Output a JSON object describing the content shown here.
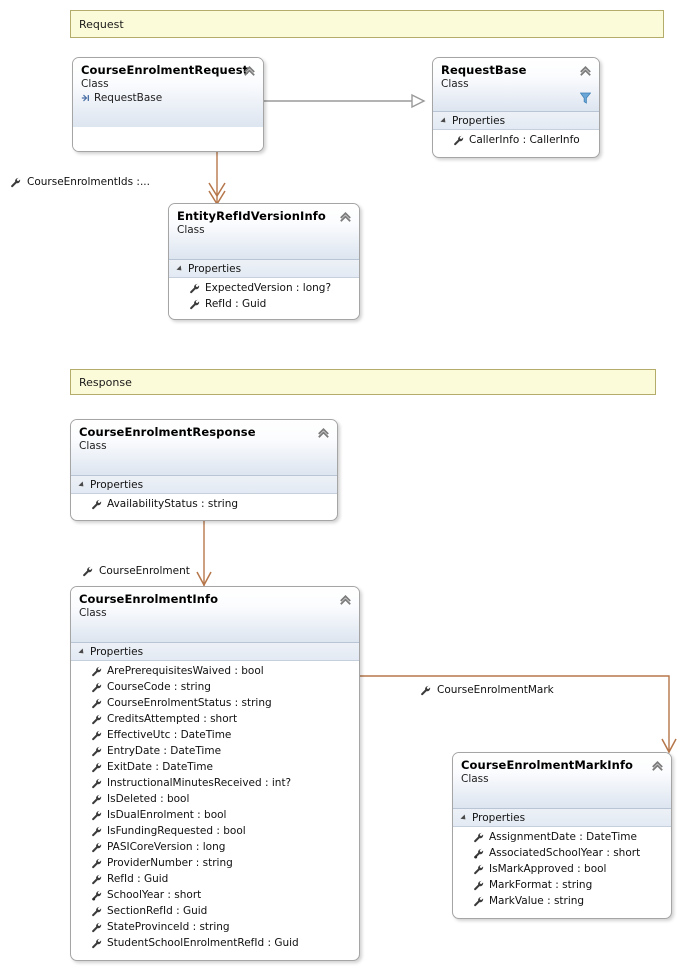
{
  "diagram": {
    "type": "uml-class-diagram",
    "banners": [
      {
        "name": "request-banner",
        "label": "Request"
      },
      {
        "name": "response-banner",
        "label": "Response"
      }
    ],
    "classes": [
      {
        "id": "course-enrolment-request",
        "title": "CourseEnrolmentRequest",
        "stereotype": "Class",
        "base": "RequestBase",
        "has_funnel": false,
        "compartment": null,
        "members": []
      },
      {
        "id": "request-base",
        "title": "RequestBase",
        "stereotype": "Class",
        "base": null,
        "has_funnel": true,
        "compartment": "Properties",
        "members": [
          {
            "label": "CallerInfo : CallerInfo",
            "icon": "wrench-icon"
          }
        ]
      },
      {
        "id": "entity-refid-version-info",
        "title": "EntityRefIdVersionInfo",
        "stereotype": "Class",
        "base": null,
        "has_funnel": false,
        "compartment": "Properties",
        "members": [
          {
            "label": "ExpectedVersion : long?",
            "icon": "wrench-icon"
          },
          {
            "label": "RefId : Guid",
            "icon": "wrench-icon"
          }
        ]
      },
      {
        "id": "course-enrolment-response",
        "title": "CourseEnrolmentResponse",
        "stereotype": "Class",
        "base": null,
        "has_funnel": false,
        "compartment": "Properties",
        "members": [
          {
            "label": "AvailabilityStatus : string",
            "icon": "wrench-icon"
          }
        ]
      },
      {
        "id": "course-enrolment-info",
        "title": "CourseEnrolmentInfo",
        "stereotype": "Class",
        "base": null,
        "has_funnel": false,
        "compartment": "Properties",
        "members": [
          {
            "label": "ArePrerequisitesWaived : bool",
            "icon": "wrench-icon"
          },
          {
            "label": "CourseCode : string",
            "icon": "wrench-icon"
          },
          {
            "label": "CourseEnrolmentStatus : string",
            "icon": "wrench-icon"
          },
          {
            "label": "CreditsAttempted : short",
            "icon": "wrench-icon"
          },
          {
            "label": "EffectiveUtc : DateTime",
            "icon": "wrench-icon"
          },
          {
            "label": "EntryDate : DateTime",
            "icon": "wrench-icon"
          },
          {
            "label": "ExitDate : DateTime",
            "icon": "wrench-icon"
          },
          {
            "label": "InstructionalMinutesReceived : int?",
            "icon": "wrench-icon"
          },
          {
            "label": "IsDeleted : bool",
            "icon": "wrench-icon"
          },
          {
            "label": "IsDualEnrolment : bool",
            "icon": "wrench-icon"
          },
          {
            "label": "IsFundingRequested : bool",
            "icon": "wrench-icon"
          },
          {
            "label": "PASICoreVersion : long",
            "icon": "wrench-icon"
          },
          {
            "label": "ProviderNumber : string",
            "icon": "wrench-icon"
          },
          {
            "label": "RefId : Guid",
            "icon": "wrench-icon"
          },
          {
            "label": "SchoolYear : short",
            "icon": "wrench-key-icon"
          },
          {
            "label": "SectionRefId : Guid",
            "icon": "wrench-icon"
          },
          {
            "label": "StateProvinceId : string",
            "icon": "wrench-icon"
          },
          {
            "label": "StudentSchoolEnrolmentRefId : Guid",
            "icon": "wrench-icon"
          }
        ]
      },
      {
        "id": "course-enrolment-mark-info",
        "title": "CourseEnrolmentMarkInfo",
        "stereotype": "Class",
        "base": null,
        "has_funnel": false,
        "compartment": "Properties",
        "members": [
          {
            "label": "AssignmentDate : DateTime",
            "icon": "wrench-icon"
          },
          {
            "label": "AssociatedSchoolYear : short",
            "icon": "wrench-key-icon"
          },
          {
            "label": "IsMarkApproved : bool",
            "icon": "wrench-icon"
          },
          {
            "label": "MarkFormat : string",
            "icon": "wrench-icon"
          },
          {
            "label": "MarkValue : string",
            "icon": "wrench-icon"
          }
        ]
      }
    ],
    "association_labels": [
      {
        "name": "course-enrolment-ids-label",
        "label": "CourseEnrolmentIds  :..."
      },
      {
        "name": "course-enrolment-label",
        "label": "CourseEnrolment"
      },
      {
        "name": "course-enrolment-mark-label",
        "label": "CourseEnrolmentMark"
      }
    ],
    "colors": {
      "banner_fill": "#fcfbd9",
      "banner_border": "#b3ac6b",
      "class_border": "#a5a5a5",
      "header_gradient_end": "#dde5f0",
      "compartment_fill": "#e3eaf3",
      "inheritance_line": "#9a9a9a",
      "association_line": "#b5764a"
    }
  }
}
